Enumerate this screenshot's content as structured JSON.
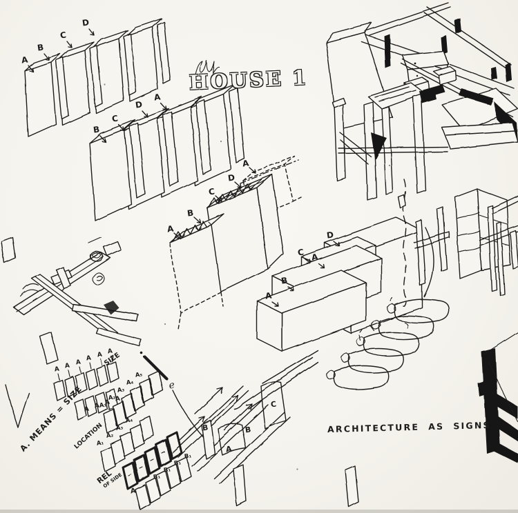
{
  "page": {
    "title": "HOUSE 1"
  },
  "colors": {
    "ink": "#1c1c1c",
    "paper": "#f6f4ef"
  },
  "annotations": {
    "architecture_as_signs": "ARCHITECTURE  AS  SIGNS",
    "means_size": "A. MEANS = SIZE",
    "location": "LOCATION",
    "rel": "REL",
    "rel_sub": "OF SIDE",
    "size": "SIZE",
    "e_mark": "e"
  },
  "block_groups": {
    "top_left": {
      "labels": [
        "A",
        "B",
        "C",
        "D"
      ]
    },
    "upper_mid": {
      "labels": [
        "B",
        "C",
        "D",
        "A"
      ]
    },
    "dashed": {
      "labels": [
        "A",
        "B",
        "C",
        "D",
        "A"
      ]
    },
    "slab_stack": {
      "labels": [
        "A",
        "B",
        "C",
        "A",
        "D"
      ]
    },
    "ribbons": {
      "labels": [
        "B",
        "A",
        "B",
        "C"
      ]
    }
  },
  "panel_rows": {
    "row1": [
      "A",
      "A",
      "A",
      "A",
      "A",
      "A"
    ],
    "row2": [
      "A",
      "A",
      "A",
      "A"
    ],
    "row3": [
      "A₁",
      "A₂",
      "A₃",
      "A₄",
      "A₅"
    ],
    "row4": [
      "A₁",
      "A₂",
      "A₃",
      "A₄"
    ],
    "row5": [
      "A",
      "B₁",
      "B₁",
      "B₁",
      "B₁"
    ]
  }
}
